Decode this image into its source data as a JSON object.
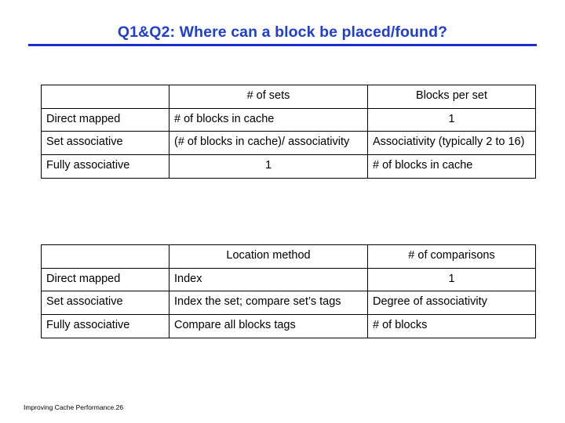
{
  "slide": {
    "title": "Q1&Q2: Where can a block be placed/found?",
    "footer": "Improving Cache Performance.26"
  },
  "table_one": {
    "headers": [
      "",
      "# of sets",
      "Blocks per set"
    ],
    "rows": [
      {
        "label": "Direct mapped",
        "sets": "# of blocks in cache",
        "blocks_per_set": "1"
      },
      {
        "label": "Set associative",
        "sets": "(# of blocks in cache)/ associativity",
        "blocks_per_set": "Associativity (typically 2 to 16)"
      },
      {
        "label": "Fully associative",
        "sets": "1",
        "blocks_per_set": "# of blocks in cache"
      }
    ]
  },
  "table_two": {
    "headers": [
      "",
      "Location method",
      "# of comparisons"
    ],
    "rows": [
      {
        "label": "Direct mapped",
        "method": "Index",
        "comparisons": "1"
      },
      {
        "label": "Set associative",
        "method": "Index the set; compare set’s tags",
        "comparisons": "Degree of associativity"
      },
      {
        "label": "Fully associative",
        "method": "Compare all blocks tags",
        "comparisons": "# of blocks"
      }
    ]
  }
}
